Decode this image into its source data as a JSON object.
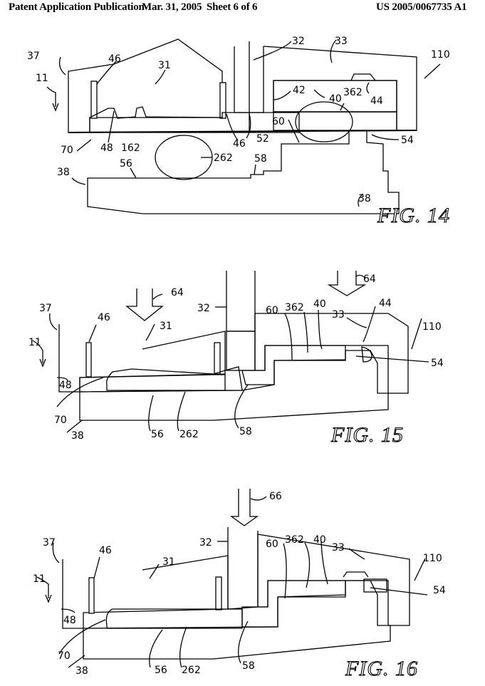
{
  "header": {
    "publication": "Patent Application Publication",
    "date": "Mar. 31, 2005",
    "sheet": "Sheet 6 of 6",
    "number": "US 2005/0067735 A1"
  },
  "figures": [
    {
      "caption": "FIG. 14",
      "labels": {
        "l37": "37",
        "l11": "11",
        "l46a": "46",
        "l31": "31",
        "l32": "32",
        "l33": "33",
        "l110": "110",
        "l42": "42",
        "l40": "40",
        "l362": "362",
        "l44": "44",
        "l60": "60",
        "l54": "54",
        "l46b": "46",
        "l52": "52",
        "l70": "70",
        "l48": "48",
        "l162": "162",
        "l262": "262",
        "l58": "58",
        "l56": "56",
        "l38a": "38",
        "l38b": "38"
      }
    },
    {
      "caption": "FIG. 15",
      "labels": {
        "l64a": "64",
        "l64b": "64",
        "l37": "37",
        "l11": "11",
        "l46": "46",
        "l32": "32",
        "l31": "31",
        "l60": "60",
        "l362": "362",
        "l40": "40",
        "l33": "33",
        "l44": "44",
        "l110": "110",
        "l54": "54",
        "l48": "48",
        "l70": "70",
        "l38": "38",
        "l56": "56",
        "l262": "262",
        "l58": "58"
      }
    },
    {
      "caption": "FIG. 16",
      "labels": {
        "l66": "66",
        "l37": "37",
        "l11": "11",
        "l46": "46",
        "l32": "32",
        "l31": "31",
        "l60": "60",
        "l362": "362",
        "l40": "40",
        "l33": "33",
        "l110": "110",
        "l54": "54",
        "l48": "48",
        "l70": "70",
        "l38": "38",
        "l56": "56",
        "l262": "262",
        "l58": "58"
      }
    }
  ]
}
